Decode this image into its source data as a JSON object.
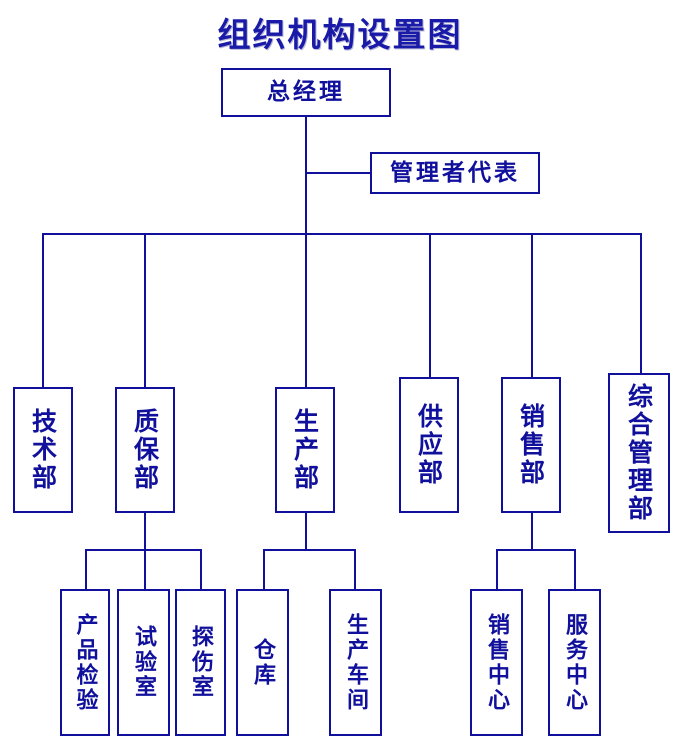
{
  "title": "组织机构设置图",
  "colors": {
    "line": "#10109c",
    "text": "#10109c",
    "title": "#1a1aa8",
    "background": "#ffffff"
  },
  "chart_data": {
    "type": "diagram",
    "diagram_type": "organization-chart",
    "title": "组织机构设置图",
    "orientation": "top-down",
    "nodes": [
      {
        "id": "gm",
        "label": "总经理",
        "level": 0,
        "parent": null
      },
      {
        "id": "mgmt_rep",
        "label": "管理者代表",
        "level": 1,
        "parent": "gm"
      },
      {
        "id": "tech",
        "label": "技术部",
        "level": 2,
        "parent": "gm"
      },
      {
        "id": "qa",
        "label": "质保部",
        "level": 2,
        "parent": "gm"
      },
      {
        "id": "prod",
        "label": "生产部",
        "level": 2,
        "parent": "gm"
      },
      {
        "id": "supply",
        "label": "供应部",
        "level": 2,
        "parent": "gm"
      },
      {
        "id": "sales",
        "label": "销售部",
        "level": 2,
        "parent": "gm"
      },
      {
        "id": "admin",
        "label": "综合管理部",
        "level": 2,
        "parent": "gm"
      },
      {
        "id": "insp",
        "label": "产品检验",
        "level": 3,
        "parent": "qa"
      },
      {
        "id": "lab",
        "label": "试验室",
        "level": 3,
        "parent": "qa"
      },
      {
        "id": "ndt",
        "label": "探伤室",
        "level": 3,
        "parent": "qa"
      },
      {
        "id": "warehouse",
        "label": "仓库",
        "level": 3,
        "parent": "prod"
      },
      {
        "id": "workshop",
        "label": "生产车间",
        "level": 3,
        "parent": "prod"
      },
      {
        "id": "salesctr",
        "label": "销售中心",
        "level": 3,
        "parent": "sales"
      },
      {
        "id": "service",
        "label": "服务中心",
        "level": 3,
        "parent": "sales"
      }
    ]
  },
  "nodes": {
    "gm": "总经理",
    "mgmt_rep": "管理者代表",
    "tech": "技术部",
    "qa": "质保部",
    "prod": "生产部",
    "supply": "供应部",
    "sales": "销售部",
    "admin": "综合管理部",
    "insp": "产品检验",
    "lab": "试验室",
    "ndt": "探伤室",
    "warehouse": "仓库",
    "workshop": "生产车间",
    "salesctr": "销售中心",
    "service": "服务中心"
  }
}
